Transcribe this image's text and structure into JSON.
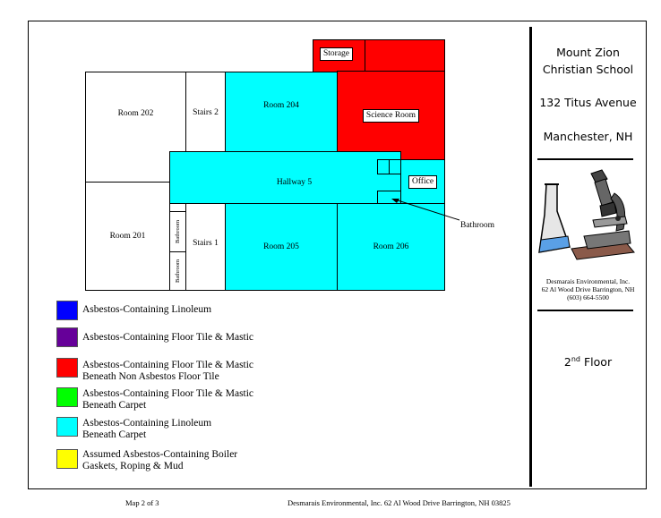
{
  "colors": {
    "cyan": "#00ffff",
    "red": "#ff0000",
    "blue": "#0000ff",
    "purple": "#660099",
    "green": "#00ff00",
    "yellow": "#ffff00"
  },
  "rooms": {
    "storage": "Storage",
    "science_room": "Science Room",
    "room_202": "Room 202",
    "stairs_2": "Stairs 2",
    "room_204": "Room 204",
    "hallway_5": "Hallway 5",
    "office": "Office",
    "room_201": "Room 201",
    "bathroom_1": "Bathroom",
    "bathroom_2": "Bathroom",
    "stairs_1": "Stairs 1",
    "room_205": "Room 205",
    "room_206": "Room 206",
    "bathroom_callout": "Bathroom"
  },
  "legend": [
    {
      "line1": "Asbestos-Containing Linoleum",
      "line2": ""
    },
    {
      "line1": "Asbestos-Containing Floor Tile & Mastic",
      "line2": ""
    },
    {
      "line1": "Asbestos-Containing Floor Tile & Mastic",
      "line2": "Beneath Non Asbestos Floor Tile"
    },
    {
      "line1": "Asbestos-Containing Floor Tile & Mastic",
      "line2": "Beneath Carpet"
    },
    {
      "line1": "Asbestos-Containing Linoleum",
      "line2": "Beneath Carpet"
    },
    {
      "line1": "Assumed Asbestos-Containing Boiler",
      "line2": "Gaskets, Roping & Mud"
    }
  ],
  "sidebar": {
    "school_line1": "Mount Zion",
    "school_line2": "Christian School",
    "address": "132 Titus Avenue",
    "city": "Manchester, NH",
    "company": "Desmarais Environmental, Inc.",
    "company_address": "62 Al Wood Drive Barrington, NH",
    "company_phone": "(603) 664-5500",
    "floor_number": "2",
    "floor_suffix": "nd",
    "floor_word": "Floor"
  },
  "footer": {
    "map": "Map 2 of  3",
    "company": "Desmarais Environmental, Inc. 62 Al Wood Drive Barrington, NH  03825"
  }
}
